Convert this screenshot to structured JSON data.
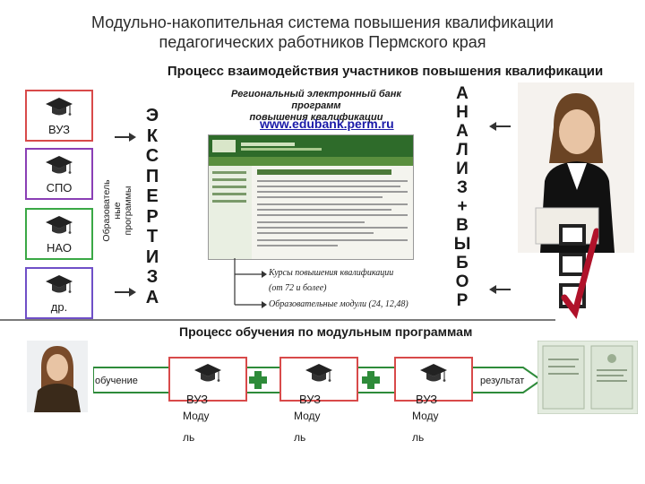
{
  "slide": {
    "title_line1": "Модульно-накопительная система повышения квалификации",
    "title_line2": "педагогических работников Пермского края",
    "subtitle": "Процесс взаимодействия участников повышения квалификации"
  },
  "institutions": [
    {
      "label": "ВУЗ",
      "border": "#d84a4a"
    },
    {
      "label": "СПО",
      "border": "#8a3fb5"
    },
    {
      "label": "НАО",
      "border": "#3aa845"
    },
    {
      "label": "др.",
      "border": "#6f4fc7"
    }
  ],
  "vertical_label": {
    "line1": "Образователь",
    "line2": "ные",
    "line3": "программы"
  },
  "expertise_letters": [
    "Э",
    "К",
    "С",
    "П",
    "Е",
    "Р",
    "Т",
    "И",
    "З",
    "А"
  ],
  "analysis_letters": [
    "А",
    "Н",
    "А",
    "Л",
    "И",
    "З",
    "+",
    "В",
    "Ы",
    "Б",
    "О",
    "Р"
  ],
  "bank": {
    "title_line1": "Региональный электронный банк",
    "title_line2": "программ",
    "title_line3": "повышения квалификации",
    "url": "www.edubank.perm.ru",
    "note_courses": "Курсы повышения квалификации",
    "note_courses_hours": "(от 72 и более)",
    "note_modules": "Образовательные модули (24, 12,48)"
  },
  "bottom": {
    "title": "Процесс обучения по модульным программам",
    "left_label": "обучение",
    "right_label": "результат",
    "steps": [
      {
        "vuz": "ВУЗ",
        "modul1": "Моду",
        "modul2": "ль"
      },
      {
        "vuz": "ВУЗ",
        "modul1": "Моду",
        "modul2": "ль"
      },
      {
        "vuz": "ВУЗ",
        "modul1": "Моду",
        "modul2": "ль"
      }
    ]
  },
  "colors": {
    "accent_green": "#2e8b3a",
    "check_red": "#b0122a",
    "url_blue": "#1a1aa8"
  },
  "icons": [
    "graduation-cap-icon",
    "plus-icon",
    "checkmark-icon",
    "arrow-icon"
  ]
}
